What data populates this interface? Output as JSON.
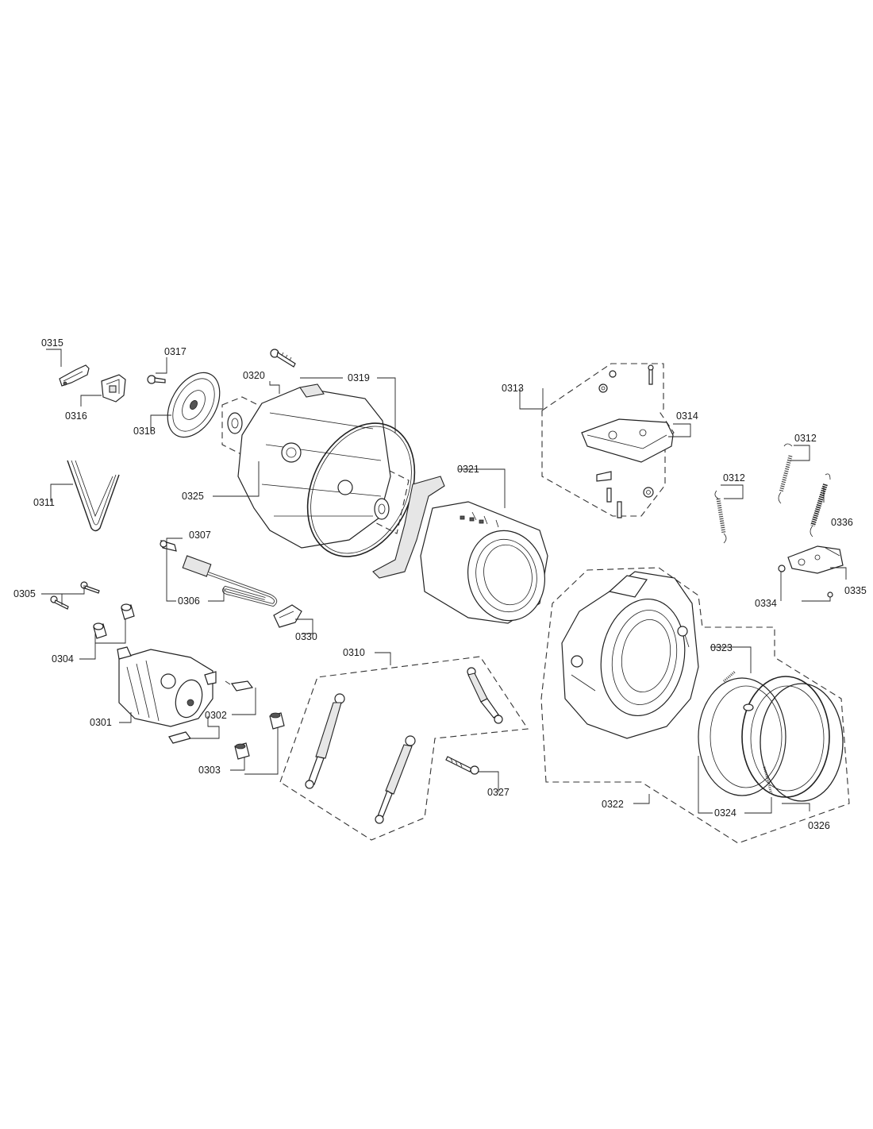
{
  "labels": {
    "l0301": "0301",
    "l0302": "0302",
    "l0303": "0303",
    "l0304": "0304",
    "l0305": "0305",
    "l0306": "0306",
    "l0307": "0307",
    "l0310": "0310",
    "l0311": "0311",
    "l0312a": "0312",
    "l0312b": "0312",
    "l0313": "0313",
    "l0314": "0314",
    "l0315": "0315",
    "l0316": "0316",
    "l0317": "0317",
    "l0318": "0318",
    "l0319": "0319",
    "l0320": "0320",
    "l0321": "0321",
    "l0322": "0322",
    "l0323": "0323",
    "l0324": "0324",
    "l0325": "0325",
    "l0326": "0326",
    "l0327": "0327",
    "l0330": "0330",
    "l0334": "0334",
    "l0335": "0335",
    "l0336": "0336"
  }
}
